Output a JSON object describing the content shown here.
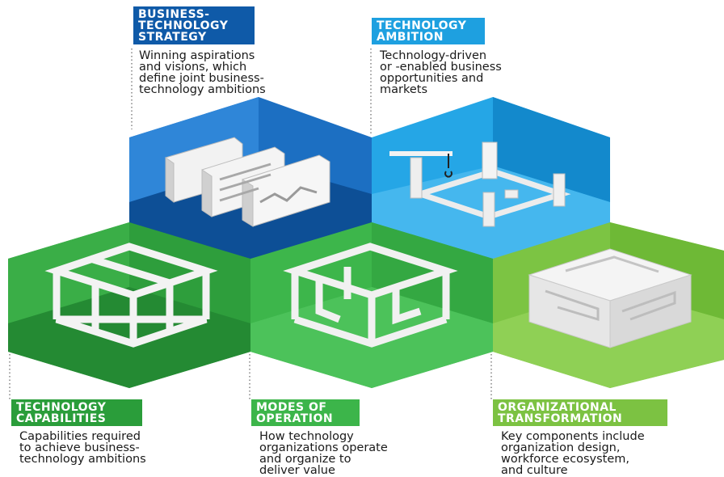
{
  "sections": [
    {
      "id": "business",
      "title_lines": [
        "BUSINESS-",
        "TECHNOLOGY",
        "STRATEGY"
      ],
      "desc_lines": [
        "Winning aspirations",
        "and visions, which",
        "define joint business-",
        "technology ambitions"
      ],
      "color": "#0f5aa8"
    },
    {
      "id": "ambition",
      "title_lines": [
        "TECHNOLOGY",
        "AMBITION"
      ],
      "desc_lines": [
        "Technology-driven",
        "or -enabled business",
        "opportunities and",
        "markets"
      ],
      "color": "#1ea0e0"
    },
    {
      "id": "capabilities",
      "title_lines": [
        "TECHNOLOGY",
        "CAPABILITIES"
      ],
      "desc_lines": [
        "Capabilities required",
        "to achieve business-",
        "technology ambitions"
      ],
      "color": "#2a9d3a"
    },
    {
      "id": "modes",
      "title_lines": [
        "MODES OF",
        "OPERATION"
      ],
      "desc_lines": [
        "How technology",
        "organizations operate",
        "and organize to",
        "deliver value"
      ],
      "color": "#3cb54a"
    },
    {
      "id": "org",
      "title_lines": [
        "ORGANIZATIONAL",
        "TRANSFORMATION"
      ],
      "desc_lines": [
        "Key components include",
        "organization design,",
        "workforce ecosystem,",
        "and culture"
      ],
      "color": "#7cc242"
    }
  ],
  "colors": {
    "dark_blue": "#0f5aa8",
    "light_blue": "#1ea0e0",
    "green_dark": "#2a9d3a",
    "green_mid": "#3cb54a",
    "green_light": "#7cc242"
  }
}
